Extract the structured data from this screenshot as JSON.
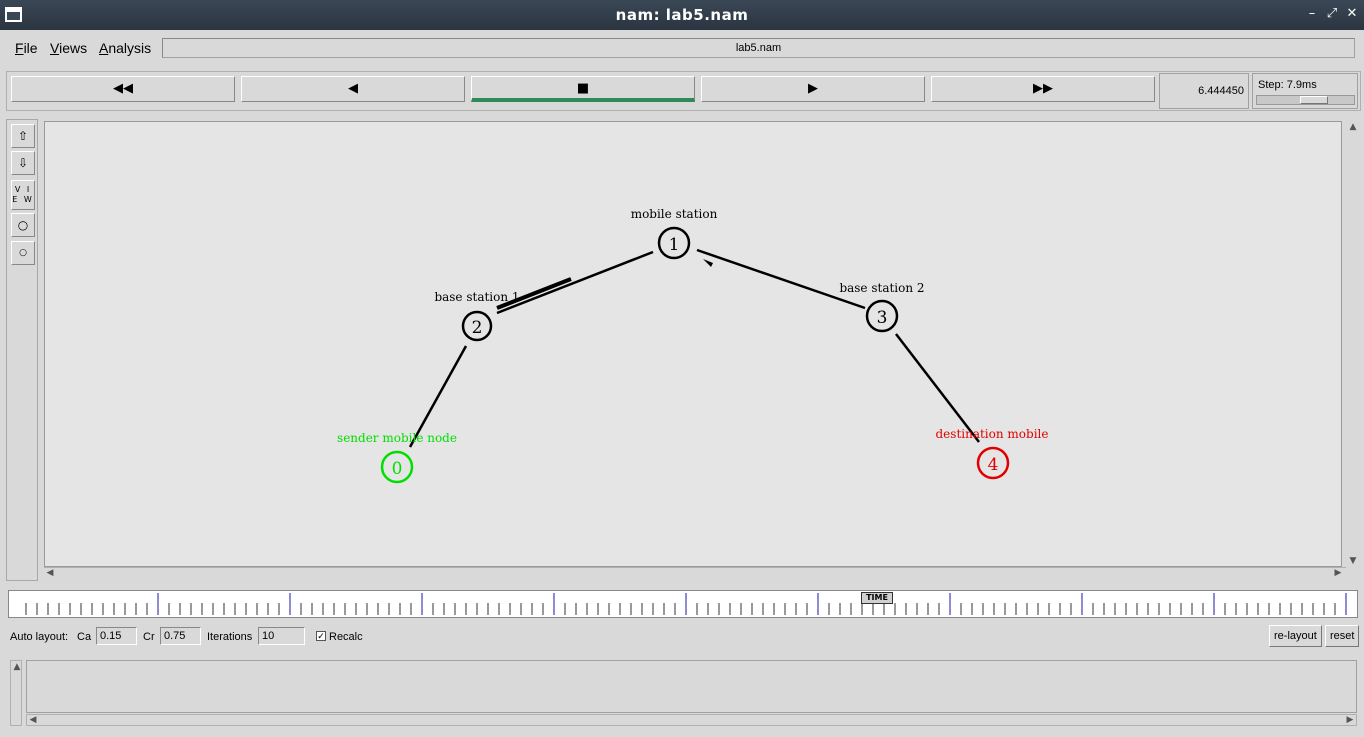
{
  "window": {
    "title": "nam: lab5.nam"
  },
  "menu": {
    "file": "File",
    "views": "Views",
    "analysis": "Analysis",
    "filename": "lab5.nam"
  },
  "controls": {
    "rewind": "◀◀",
    "back": "◀",
    "stop": "■",
    "play": "▶",
    "fast_forward": "▶▶",
    "time": "6.444450",
    "step_label": "Step: 7.9ms"
  },
  "tools": {
    "view_label": "V I E W"
  },
  "network": {
    "nodes": [
      {
        "id": "0",
        "label": "sender mobile node",
        "color": "#00e000"
      },
      {
        "id": "1",
        "label": "mobile station",
        "color": "#000000"
      },
      {
        "id": "2",
        "label": "base station 1",
        "color": "#000000"
      },
      {
        "id": "3",
        "label": "base station 2",
        "color": "#000000"
      },
      {
        "id": "4",
        "label": "destination mobile",
        "color": "#e00000"
      }
    ],
    "links": [
      {
        "from": "0",
        "to": "2"
      },
      {
        "from": "2",
        "to": "1"
      },
      {
        "from": "1",
        "to": "3"
      },
      {
        "from": "3",
        "to": "4"
      }
    ]
  },
  "timeline": {
    "marker_label": "TIME"
  },
  "auto_layout": {
    "label": "Auto layout:",
    "ca_label": "Ca",
    "ca_value": "0.15",
    "cr_label": "Cr",
    "cr_value": "0.75",
    "iterations_label": "Iterations",
    "iterations_value": "10",
    "recalc_label": "Recalc",
    "recalc_checked": true,
    "relayout_button": "re-layout",
    "reset_button": "reset"
  }
}
